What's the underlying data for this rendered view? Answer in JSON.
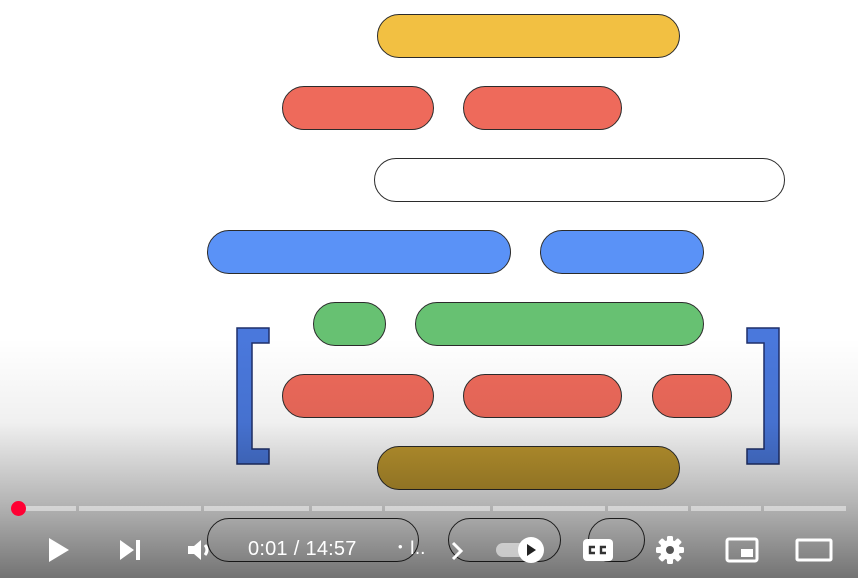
{
  "player": {
    "current_time": "0:01",
    "time_separator": "/",
    "duration": "14:57",
    "chapter_bullet": "•",
    "chapter_title": "I..",
    "progress_fraction": 0.001,
    "accent_color": "#ff0033"
  },
  "controls": {
    "play_icon": "play-icon",
    "next_icon": "skip-next-icon",
    "volume_icon": "volume-icon",
    "chapter_chevron_icon": "chevron-right-icon",
    "autoplay_icon": "autoplay-toggle-icon",
    "captions_icon": "closed-captions-icon",
    "settings_icon": "gear-icon",
    "miniplayer_icon": "miniplayer-icon",
    "theater_icon": "theater-mode-icon"
  },
  "video_frame": {
    "colors": {
      "yellow": "#f2c042",
      "red": "#ee6a5b",
      "white": "#ffffff",
      "blue": "#5a92f7",
      "green": "#67c172",
      "dark_yellow": "#c19a30",
      "bracket_blue": "#4a78dc"
    }
  }
}
